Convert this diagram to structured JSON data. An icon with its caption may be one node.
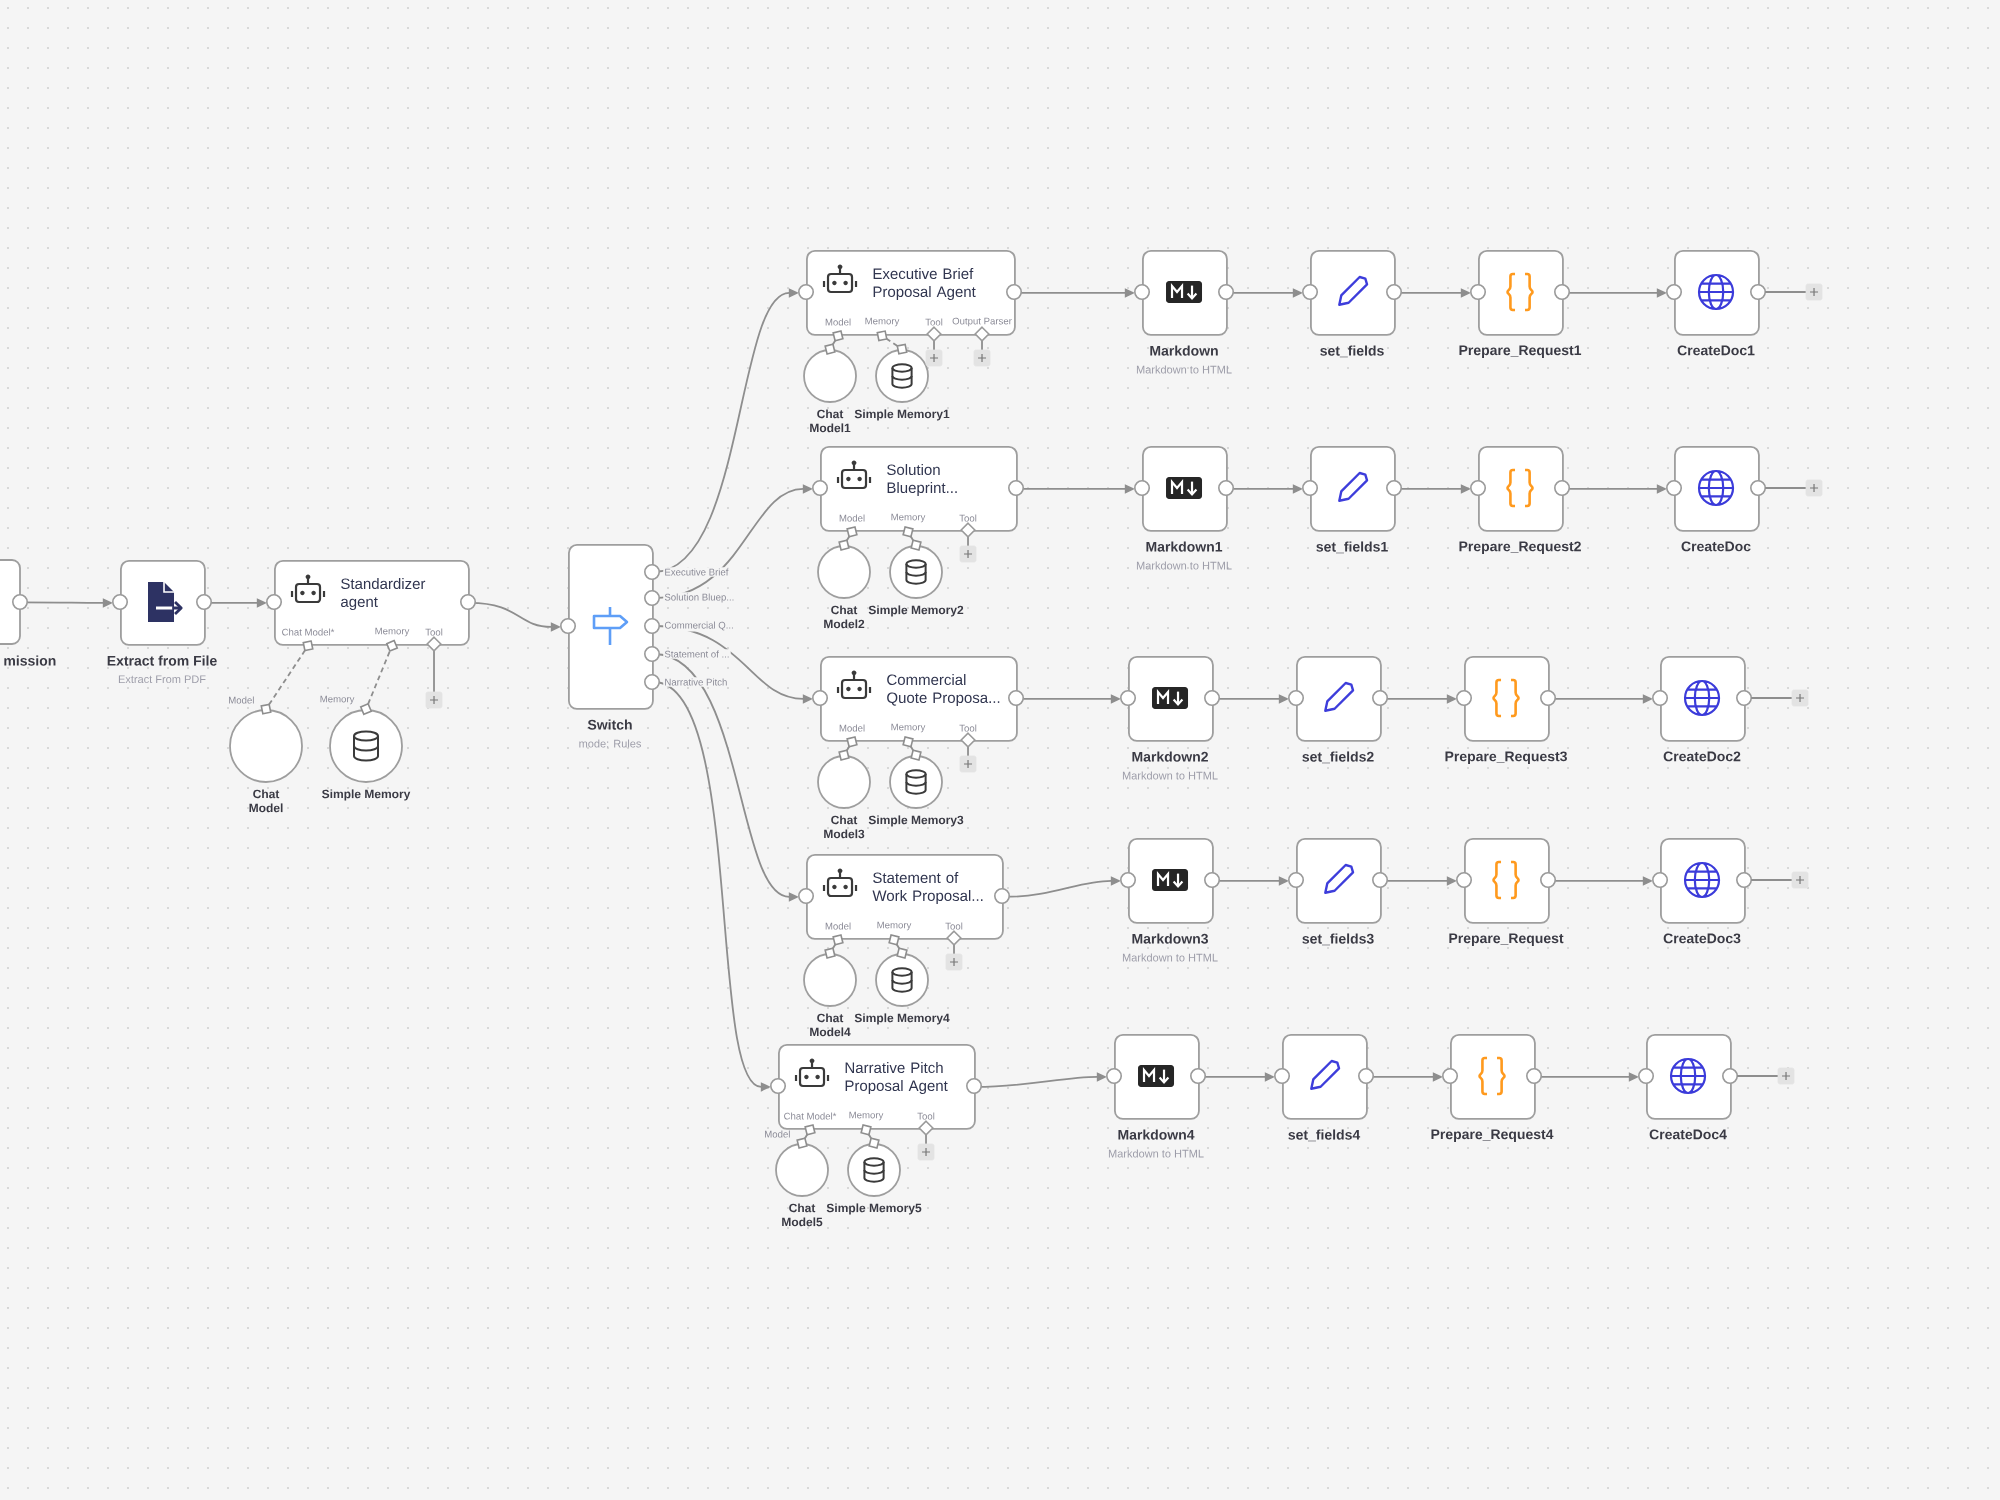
{
  "diagram": {
    "nodes": [
      {
        "text": [
          "mission"
        ]
      },
      {
        "text": [
          "Extract from File",
          "Extract From PDF"
        ]
      },
      {
        "text": [
          "Standardizer agent"
        ]
      },
      {
        "text": [
          "Chat Model"
        ],
        "beside": [
          "Model"
        ]
      },
      {
        "text": [
          "Simple Memory"
        ],
        "beside": [
          "Memory"
        ]
      },
      {
        "text": [
          "Switch",
          "mode: Rules"
        ]
      },
      {
        "text": [
          "Executive Brief Proposal Agent"
        ]
      },
      {
        "text": [
          "Chat Model1"
        ]
      },
      {
        "text": [
          "Simple Memory1"
        ]
      },
      {
        "text": [
          "Markdown",
          "Markdown to HTML"
        ]
      },
      {
        "text": [
          "set_fields"
        ]
      },
      {
        "text": [
          "Prepare_Request1"
        ]
      },
      {
        "text": [
          "CreateDoc1"
        ]
      },
      {
        "text": [
          "Solution Blueprint..."
        ]
      },
      {
        "text": [
          "Chat Model2"
        ]
      },
      {
        "text": [
          "Simple Memory2"
        ]
      },
      {
        "text": [
          "Markdown1",
          "Markdown to HTML"
        ]
      },
      {
        "text": [
          "set_fields1"
        ]
      },
      {
        "text": [
          "Prepare_Request2"
        ]
      },
      {
        "text": [
          "CreateDoc"
        ]
      },
      {
        "text": [
          "Commercial Quote Proposa..."
        ]
      },
      {
        "text": [
          "Chat Model3"
        ]
      },
      {
        "text": [
          "Simple Memory3"
        ]
      },
      {
        "text": [
          "Markdown2",
          "Markdown to HTML"
        ]
      },
      {
        "text": [
          "set_fields2"
        ]
      },
      {
        "text": [
          "Prepare_Request3"
        ]
      },
      {
        "text": [
          "CreateDoc2"
        ]
      },
      {
        "text": [
          "Statement of Work Proposal..."
        ]
      },
      {
        "text": [
          "Chat Model4"
        ]
      },
      {
        "text": [
          "Simple Memory4"
        ]
      },
      {
        "text": [
          "Markdown3",
          "Markdown to HTML"
        ]
      },
      {
        "text": [
          "set_fields3"
        ]
      },
      {
        "text": [
          "Prepare_Request"
        ]
      },
      {
        "text": [
          "CreateDoc3"
        ]
      },
      {
        "text": [
          "Narrative Pitch Proposal Agent"
        ]
      },
      {
        "text": [
          "Chat Model5"
        ],
        "beside": [
          "Model"
        ]
      },
      {
        "text": [
          "Simple Memory5"
        ]
      },
      {
        "text": [
          "Markdown4",
          "Markdown to HTML"
        ]
      },
      {
        "text": [
          "set_fields4"
        ]
      },
      {
        "text": [
          "Prepare_Request4"
        ]
      },
      {
        "text": [
          "CreateDoc4"
        ]
      }
    ],
    "edges": [
      {
        "from": 0,
        "to": 1,
        "arrow": "to"
      },
      {
        "from": 1,
        "to": 2,
        "arrow": "to"
      },
      {
        "from": 3,
        "to": 2,
        "arrow": "other",
        "style": "dashed"
      },
      {
        "from": 4,
        "to": 2,
        "arrow": "other",
        "style": "dashed"
      },
      {
        "from": 2,
        "to": 5,
        "arrow": "to"
      },
      {
        "from": 5,
        "to": 6,
        "arrow": "to",
        "label": "Executive Brief"
      },
      {
        "from": 5,
        "to": 13,
        "arrow": "to",
        "label": "Solution Bluep..."
      },
      {
        "from": 5,
        "to": 20,
        "arrow": "to",
        "label": "Commercial Q..."
      },
      {
        "from": 5,
        "to": 27,
        "arrow": "to",
        "label": "Statement of ..."
      },
      {
        "from": 5,
        "to": 34,
        "arrow": "to",
        "label": "Narrative Pitch"
      },
      {
        "from": 7,
        "to": 6,
        "arrow": "other",
        "style": "dashed"
      },
      {
        "from": 8,
        "to": 6,
        "arrow": "other",
        "style": "dashed"
      },
      {
        "from": 6,
        "to": 9,
        "arrow": "to"
      },
      {
        "from": 9,
        "to": 10,
        "arrow": "to"
      },
      {
        "from": 10,
        "to": 11,
        "arrow": "to"
      },
      {
        "from": 11,
        "to": 12,
        "arrow": "to"
      },
      {
        "from": 14,
        "to": 13,
        "arrow": "other",
        "style": "dashed"
      },
      {
        "from": 15,
        "to": 13,
        "arrow": "other",
        "style": "dashed"
      },
      {
        "from": 13,
        "to": 16,
        "arrow": "to"
      },
      {
        "from": 16,
        "to": 17,
        "arrow": "to"
      },
      {
        "from": 17,
        "to": 18,
        "arrow": "to"
      },
      {
        "from": 18,
        "to": 19,
        "arrow": "to"
      },
      {
        "from": 21,
        "to": 20,
        "arrow": "other",
        "style": "dashed"
      },
      {
        "from": 22,
        "to": 20,
        "arrow": "other",
        "style": "dashed"
      },
      {
        "from": 20,
        "to": 23,
        "arrow": "to"
      },
      {
        "from": 23,
        "to": 24,
        "arrow": "to"
      },
      {
        "from": 24,
        "to": 25,
        "arrow": "to"
      },
      {
        "from": 25,
        "to": 26,
        "arrow": "to"
      },
      {
        "from": 28,
        "to": 27,
        "arrow": "other",
        "style": "dashed"
      },
      {
        "from": 29,
        "to": 27,
        "arrow": "other",
        "style": "dashed"
      },
      {
        "from": 27,
        "to": 30,
        "arrow": "to"
      },
      {
        "from": 30,
        "to": 31,
        "arrow": "to"
      },
      {
        "from": 31,
        "to": 32,
        "arrow": "to"
      },
      {
        "from": 32,
        "to": 33,
        "arrow": "to"
      },
      {
        "from": 35,
        "to": 34,
        "arrow": "other",
        "style": "dashed"
      },
      {
        "from": 36,
        "to": 34,
        "arrow": "other",
        "style": "dashed"
      },
      {
        "from": 34,
        "to": 37,
        "arrow": "to"
      },
      {
        "from": 37,
        "to": 38,
        "arrow": "to"
      },
      {
        "from": 38,
        "to": 39,
        "arrow": "to"
      },
      {
        "from": 39,
        "to": 40,
        "arrow": "to"
      }
    ],
    "labels": [
      "Model",
      "Memory",
      "Tool",
      "Output Parser",
      "Model",
      "Memory",
      "Tool",
      "Chat Model*",
      "Memory",
      "Tool",
      "Model",
      "Memory",
      "Tool",
      "Model",
      "Memory",
      "Tool",
      "Chat Model*",
      "Memory",
      "Tool"
    ]
  }
}
